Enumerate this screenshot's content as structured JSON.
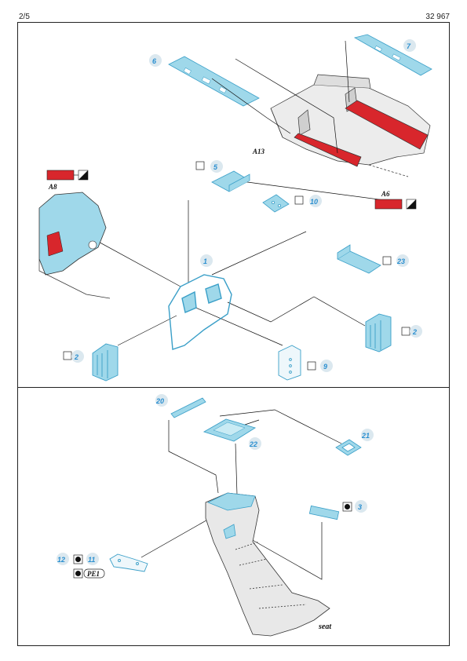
{
  "header": {
    "page": "2/5",
    "catalog": "32 967"
  },
  "colors": {
    "etch": "#9fd8ea",
    "etch_edge": "#3a9fc8",
    "red": "#d8262c",
    "grey": "#d9d9d9",
    "label_disc": "#dbe8ef",
    "label_text": "#2a8fd0"
  },
  "parts": {
    "p1": "1",
    "p2a": "2",
    "p2b": "2",
    "p3": "3",
    "p5": "5",
    "p6": "6",
    "p7": "7",
    "p9": "9",
    "p10": "10",
    "p11": "11",
    "p12": "12",
    "p20": "20",
    "p21": "21",
    "p22": "22",
    "p23": "23"
  },
  "codes": {
    "a8": "A8",
    "a6": "A6",
    "a13": "A13",
    "pe1": "PE1"
  },
  "seat_label": "seat",
  "icons": [
    "fold-icon",
    "paint-icon",
    "cut-icon"
  ]
}
